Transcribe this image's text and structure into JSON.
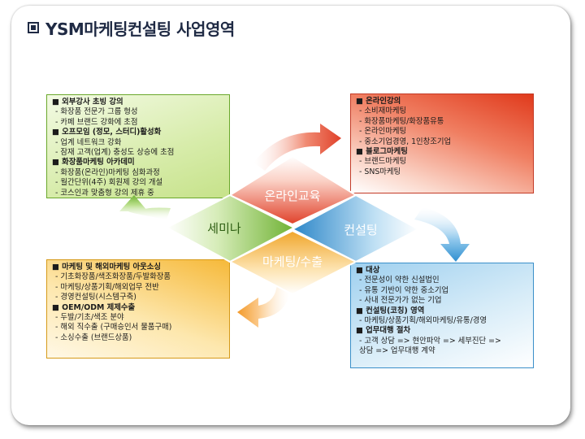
{
  "title": "YSM마케팅컨설팅 사업영역",
  "diamonds": {
    "top": "온라인교육",
    "left": "세미나",
    "right": "컨설팅",
    "bottom": "마케팅/수출"
  },
  "boxes": {
    "top_left": {
      "lines": [
        {
          "kind": "head",
          "text": "■ 외부강사 초빙 강의"
        },
        {
          "kind": "item",
          "text": "- 화장품 전문가 그룹 형성"
        },
        {
          "kind": "item",
          "text": "- 카페 브랜드 강화에 초점"
        },
        {
          "kind": "head",
          "text": "■ 오프모임 (정모, 스터디)활성화"
        },
        {
          "kind": "item",
          "text": "- 업계 네트워크 강화"
        },
        {
          "kind": "item",
          "text": "- 잠재 고객(업계) 충성도 상승에 초점"
        },
        {
          "kind": "head",
          "text": "■ 화장품마케팅 아카데미"
        },
        {
          "kind": "item",
          "text": "- 화장품(온라인)마케팅 심화과정"
        },
        {
          "kind": "item",
          "text": "- 월간단위(4주) 회원제 강의 개설"
        },
        {
          "kind": "item",
          "text": "- 코스인과 맞춤형 강의 제휴 중"
        }
      ]
    },
    "top_right": {
      "lines": [
        {
          "kind": "head",
          "text": "■ 온라인강의"
        },
        {
          "kind": "item",
          "text": "- 소비재마케팅"
        },
        {
          "kind": "item",
          "text": "- 화장품마케팅/화장품유통"
        },
        {
          "kind": "item",
          "text": "- 온라인마케팅"
        },
        {
          "kind": "item",
          "text": "- 중소기업경영, 1인창조기업"
        },
        {
          "kind": "head",
          "text": "■ 블로그마케팅"
        },
        {
          "kind": "item",
          "text": "- 브랜드마케팅"
        },
        {
          "kind": "item",
          "text": "- SNS마케팅"
        }
      ]
    },
    "bottom_left": {
      "lines": [
        {
          "kind": "head",
          "text": "■ 마케팅 및 해외마케팅 아웃소싱"
        },
        {
          "kind": "item",
          "text": "- 기초화장품/색조화장품/두발화장품"
        },
        {
          "kind": "item",
          "text": "- 마케팅/상품기획/해외업무 전반"
        },
        {
          "kind": "item",
          "text": "- 경영컨설팅(시스템구축)"
        },
        {
          "kind": "head",
          "text": "■ OEM/ODM 제제수출"
        },
        {
          "kind": "item",
          "text": "- 두발/기초/색조 분야"
        },
        {
          "kind": "item",
          "text": "- 해외 직수출 (구매승인서 물품구매)"
        },
        {
          "kind": "item",
          "text": "- 소싱수출 (브랜드상품)"
        }
      ]
    },
    "bottom_right": {
      "lines": [
        {
          "kind": "head",
          "text": "■ 대상"
        },
        {
          "kind": "item",
          "text": "- 전문성이 약한 신설법인"
        },
        {
          "kind": "item",
          "text": "- 유통 기반이 약한 중소기업"
        },
        {
          "kind": "item",
          "text": "- 사내 전문가가 없는 기업"
        },
        {
          "kind": "head",
          "text": "■ 컨설팅(코칭) 영역"
        },
        {
          "kind": "item",
          "text": "- 마케팅/상품기획/해외마케팅/유통/경영"
        },
        {
          "kind": "head",
          "text": "■ 업무대행 절차"
        },
        {
          "kind": "item",
          "text": "- 고객 상담 => 현안파악 => 세부진단 =>"
        },
        {
          "kind": "item",
          "text": "상담 => 업무대행 계약"
        }
      ]
    }
  },
  "colors": {
    "title": "#1f2a44",
    "green": "#7bbf3c",
    "red": "#e0412a",
    "blue": "#3b95d3",
    "orange": "#f0a52a"
  }
}
